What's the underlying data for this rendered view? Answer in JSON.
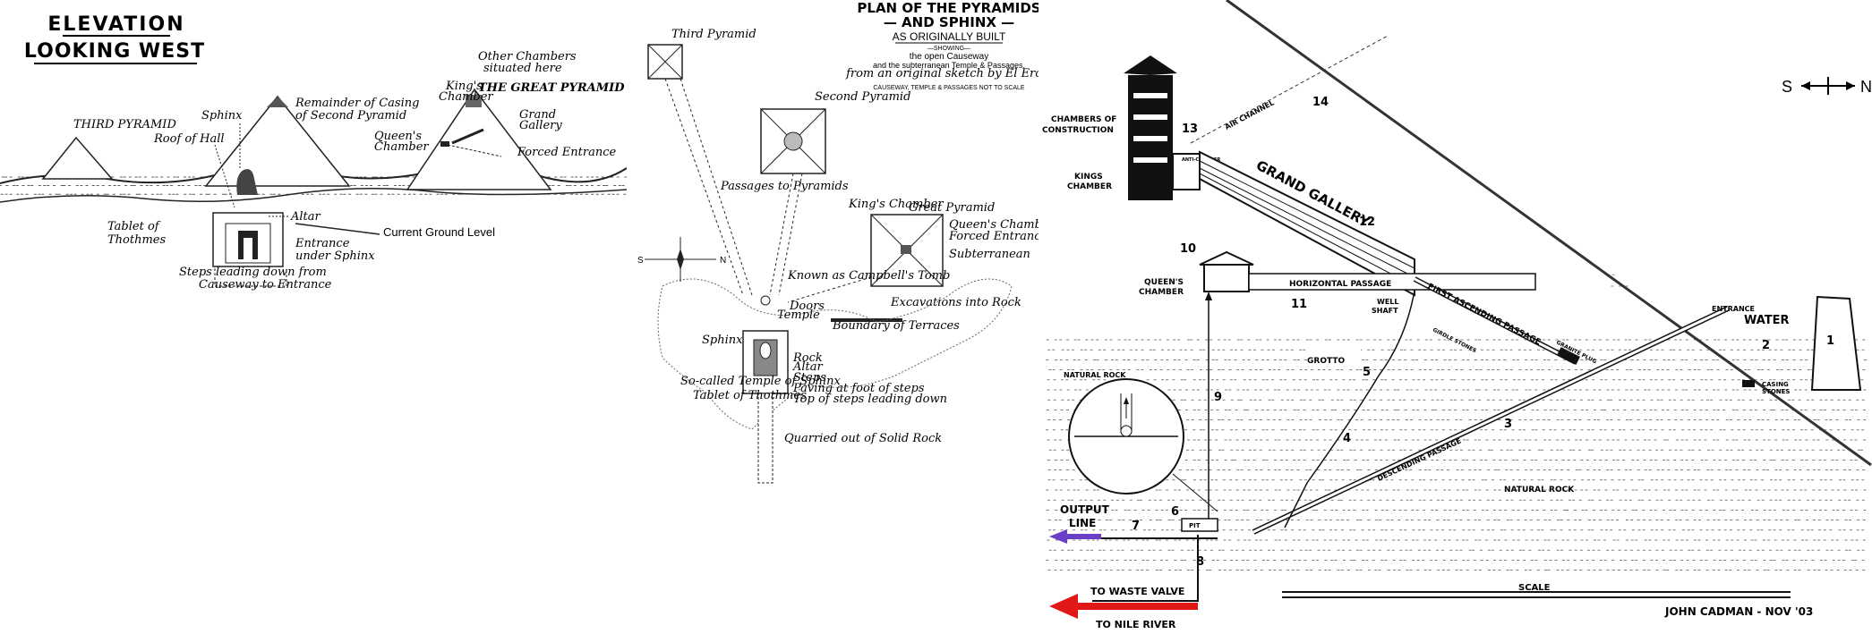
{
  "elevation": {
    "title_line1": "ELEVATION",
    "title_line2": "LOOKING WEST",
    "labels": {
      "third_pyramid": "THIRD PYRAMID",
      "sphinx": "Sphinx",
      "roof_of_hall": "Roof of Hall",
      "remainder_casing": "Remainder of Casing",
      "of_second_pyramid": "of Second Pyramid",
      "kings": "King's",
      "chamber": "Chamber",
      "other_chambers": "Other Chambers",
      "situated_here": "situated here",
      "great_pyramid": "THE GREAT PYRAMID",
      "queens": "Queen's",
      "queens_chamber": "Chamber",
      "grand": "Grand",
      "gallery": "Gallery",
      "forced_entrance": "Forced Entrance",
      "altar": "Altar",
      "current_ground": "Current Ground Level",
      "tablet_of": "Tablet of",
      "thothmes": "Thothmes",
      "entrance": "Entrance",
      "under_sphinx": "under Sphinx",
      "steps1": "Steps leading down from",
      "steps2": "Causeway to Entrance"
    }
  },
  "plan": {
    "title_line1": "PLAN OF THE PYRAMIDS",
    "title_line2": "— AND SPHINX —",
    "title_line3": "AS ORIGINALLY BUILT",
    "showing": "—SHOWING—",
    "desc1": "the open Causeway",
    "desc2": "and the subterranean Temple & Passages,",
    "desc3": "from an original sketch by El Eros.",
    "note": "CAUSEWAY, TEMPLE & PASSAGES NOT TO SCALE",
    "third_pyramid": "Third Pyramid",
    "second_pyramid": "Second Pyramid",
    "great_pyramid": "Great Pyramid",
    "kings_chamber": "King's Chamber",
    "queens_chamber": "Queen's Chamber",
    "forced_entrance": "Forced Entrances",
    "subterranean": "Subterranean",
    "passages_to_pyramids": "Passages to Pyramids",
    "campbells_tomb": "Known as Campbell's Tomb",
    "excavations": "Excavations into Rock",
    "boundary": "Boundary of Terraces",
    "doors": "Doors",
    "temple": "Temple",
    "rock": "Rock",
    "altar": "Altar",
    "steps": "Steps",
    "tablet": "Tablet of Thothmes",
    "sphinx": "Sphinx",
    "paving": "Paving at foot of steps",
    "top_steps": "Top of steps leading down",
    "quarried": "Quarried out of Solid Rock",
    "so_called": "So-called Temple of Sphinx",
    "compass_n": "N",
    "compass_s": "S"
  },
  "section": {
    "compass_s": "S",
    "compass_n": "N",
    "chambers_construction_1": "CHAMBERS OF",
    "chambers_construction_2": "CONSTRUCTION",
    "kings_chamber_1": "KINGS",
    "kings_chamber_2": "CHAMBER",
    "anti_chamber": "ANTI-CHAMBER",
    "grand_gallery": "GRAND GALLERY",
    "air_channel": "AIR CHANNEL",
    "queens_chamber_1": "QUEEN'S",
    "queens_chamber_2": "CHAMBER",
    "horizontal_passage": "HORIZONTAL PASSAGE",
    "first_ascending": "FIRST ASCENDING PASSAGE",
    "well_shaft_1": "WELL",
    "well_shaft_2": "SHAFT",
    "grotto": "GROTTO",
    "girdle_stones": "GIRDLE STONES",
    "granite_plug": "GRANITE PLUG",
    "entrance": "ENTRANCE",
    "water": "WATER",
    "casing_stones_1": "CASING",
    "casing_stones_2": "STONES",
    "natural_rock_box": "NATURAL ROCK",
    "natural_rock": "NATURAL ROCK",
    "descending": "DESCENDING PASSAGE",
    "output_line_1": "OUTPUT",
    "output_line_2": "LINE",
    "pit": "PIT",
    "to_waste_valve": "TO WASTE VALVE",
    "to_nile_river": "TO NILE RIVER",
    "scale": "SCALE",
    "credit": "JOHN CADMAN - NOV '03",
    "numbers": [
      "1",
      "2",
      "3",
      "4",
      "5",
      "6",
      "7",
      "8",
      "9",
      "10",
      "11",
      "12",
      "13",
      "14"
    ],
    "colors": {
      "output_arrow": "#6a3fc8",
      "waste_arrow": "#e01818"
    }
  }
}
